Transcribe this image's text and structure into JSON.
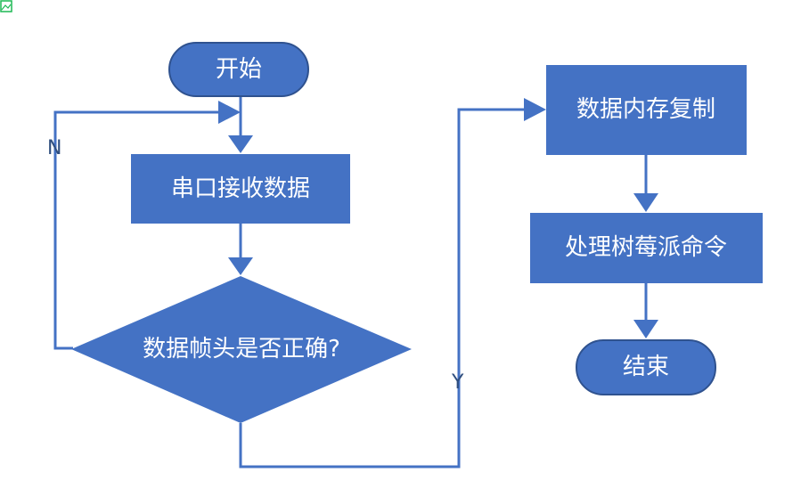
{
  "colors": {
    "node_fill": "#4472C4",
    "node_border": "#2F528F",
    "edge": "#4472C4",
    "label": "#2F4E7E",
    "corner_icon": "#1DB954"
  },
  "corner_icon": "image-icon",
  "nodes": {
    "start": "开始",
    "receive": "串口接收数据",
    "check": "数据帧头是否正确?",
    "copy": "数据内存复制",
    "process": "处理树莓派命令",
    "end": "结束"
  },
  "edge_labels": {
    "no": "N",
    "yes": "Y"
  }
}
